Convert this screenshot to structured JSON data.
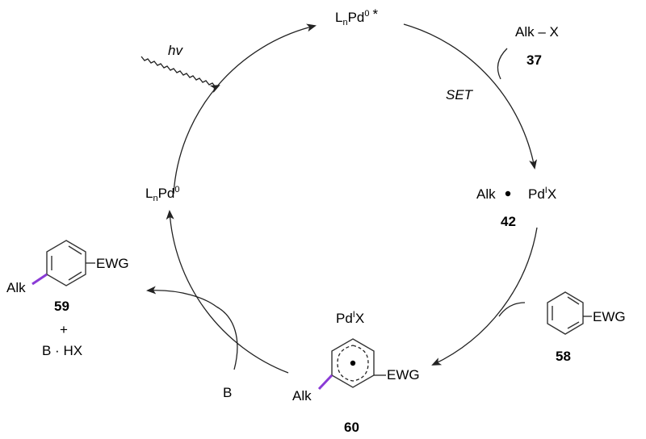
{
  "cycle": {
    "top": {
      "main_a": "L",
      "sub": "n",
      "main_b": "Pd",
      "sup": "0",
      "mark": "*"
    },
    "left": {
      "main_a": "L",
      "sub": "n",
      "main_b": "Pd",
      "sup": "0"
    },
    "right_radical": "Alk",
    "right_pd": {
      "main": "Pd",
      "sup": "I",
      "tail": "X"
    },
    "right_num": "42",
    "bottom_pd": {
      "main": "Pd",
      "sup": "I",
      "tail": "X"
    },
    "bottom_alk": "Alk",
    "bottom_ewg": "EWG",
    "bottom_num": "60"
  },
  "light": {
    "label": "hv"
  },
  "set_label": "SET",
  "reagent_37": {
    "label": "Alk – X",
    "num": "37"
  },
  "reagent_58": {
    "ewg": "EWG",
    "num": "58"
  },
  "base": {
    "label": "B"
  },
  "product_59": {
    "alk": "Alk",
    "ewg": "EWG",
    "num": "59",
    "plus": "+",
    "byproduct": "B · HX"
  },
  "colors": {
    "alk_bond": "#8a3bd6",
    "line": "#222222"
  }
}
